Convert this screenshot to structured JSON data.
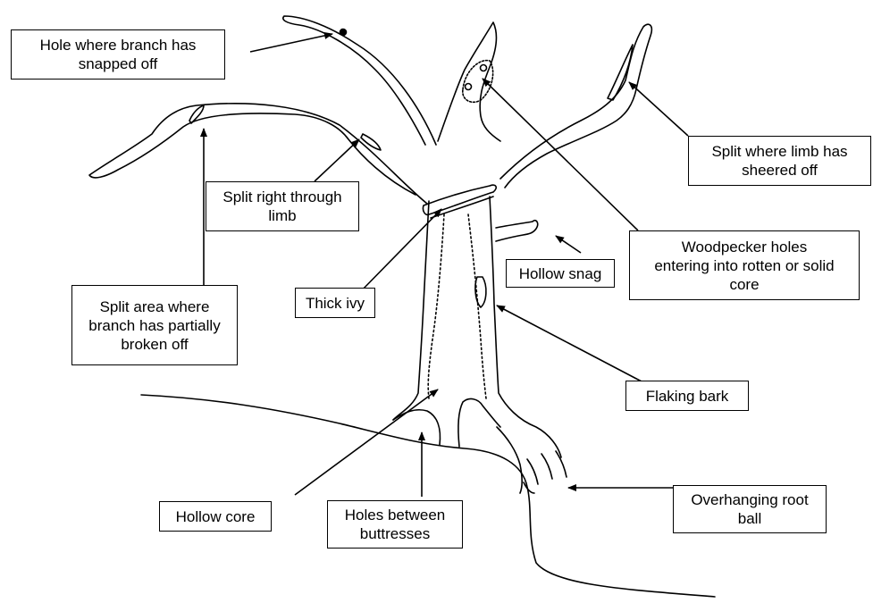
{
  "labels": {
    "hole_snapped": [
      "Hole where branch has",
      "snapped off"
    ],
    "split_sheered": [
      "Split where limb has",
      "sheered off"
    ],
    "split_through": [
      "Split right through",
      "limb"
    ],
    "woodpecker": [
      "Woodpecker holes",
      "entering into rotten or solid",
      "core"
    ],
    "hollow_snag": [
      "Hollow snag"
    ],
    "split_partial": [
      "Split area where",
      "branch has partially",
      "broken off"
    ],
    "thick_ivy": [
      "Thick ivy"
    ],
    "flaking_bark": [
      "Flaking bark"
    ],
    "hollow_core": [
      "Hollow core"
    ],
    "holes_buttresses": [
      "Holes between",
      "buttresses"
    ],
    "root_ball": [
      "Overhanging root",
      "ball"
    ]
  },
  "colors": {
    "line": "#000000",
    "box_border": "#000000",
    "background": "#ffffff"
  }
}
